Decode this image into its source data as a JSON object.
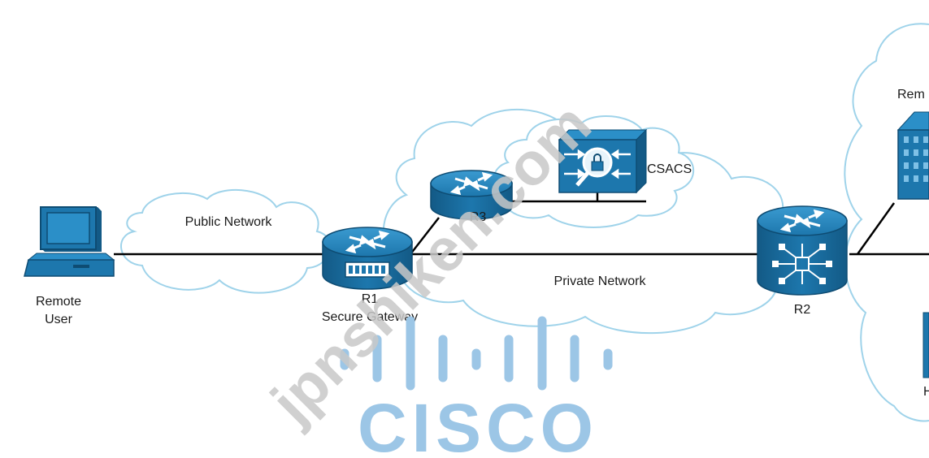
{
  "nodes": {
    "remote_user": {
      "label_line1": "Remote",
      "label_line2": "User"
    },
    "r1": {
      "label_line1": "R1",
      "label_line2": "Secure Gateway"
    },
    "r3": {
      "label": "R3"
    },
    "r2": {
      "label": "R2"
    },
    "csacs": {
      "label": "CSACS"
    },
    "remote_site": {
      "label": "Rem"
    },
    "host_partial": {
      "label": "H"
    }
  },
  "clouds": {
    "public": {
      "label": "Public Network"
    },
    "private": {
      "label": "Private Network"
    }
  },
  "watermark": {
    "text": "jpnshiken.com",
    "logo_text": "CISCO",
    "color": "#9cc6e6"
  },
  "colors": {
    "device_blue": "#1d77ad",
    "device_dark": "#135a86",
    "cloud_stroke": "#9fd3ea",
    "line": "#000000"
  }
}
